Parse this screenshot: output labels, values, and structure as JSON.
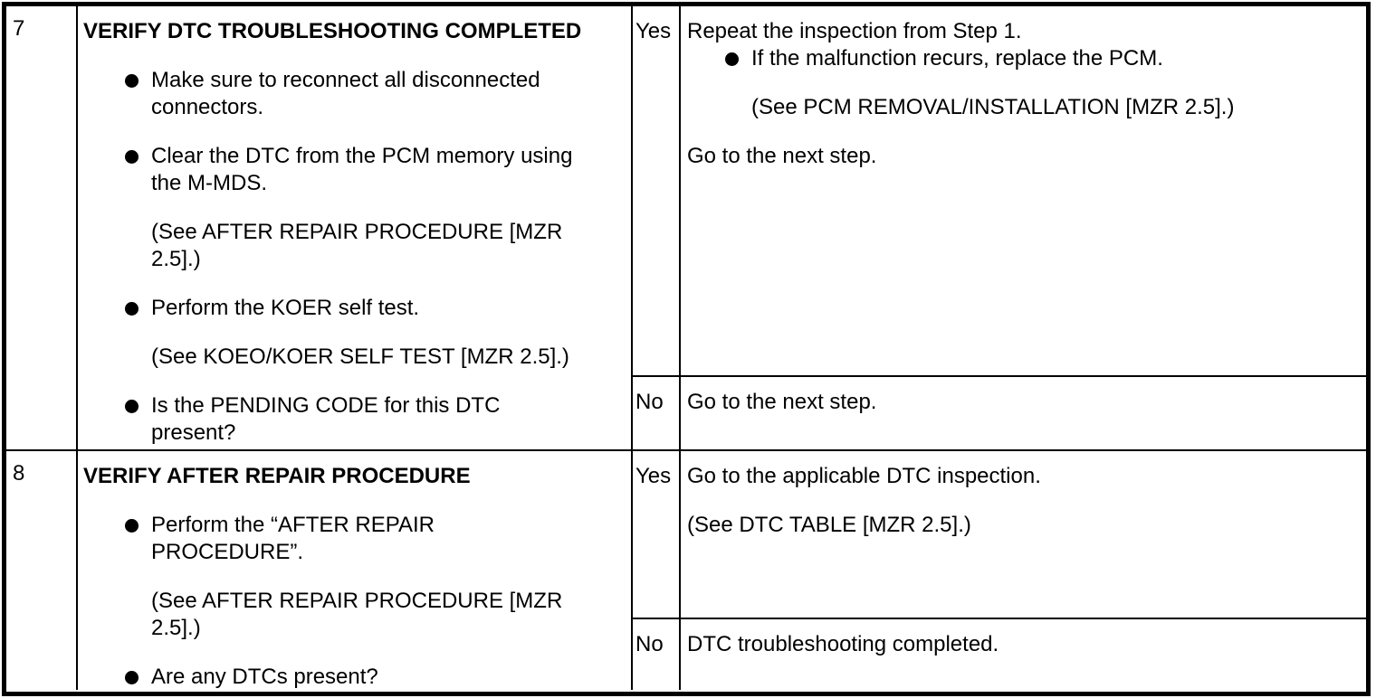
{
  "colors": {
    "ink": "#000000",
    "paper": "#ffffff"
  },
  "table": {
    "kind": "dtc-troubleshooting-inspection-table",
    "steps": [
      {
        "number": "7",
        "title": "VERIFY DTC TROUBLESHOOTING COMPLETED",
        "bullets": [
          {
            "paragraphs": [
              [
                "Make sure to reconnect all disconnected",
                "connectors."
              ]
            ]
          },
          {
            "paragraphs": [
              [
                "Clear the DTC from the PCM memory using",
                "the M-MDS."
              ],
              [
                "(See AFTER REPAIR PROCEDURE [MZR",
                "2.5].)"
              ]
            ]
          },
          {
            "paragraphs": [
              [
                "Perform the KOER self test."
              ],
              [
                "(See KOEO/KOER SELF TEST [MZR 2.5].)"
              ]
            ]
          },
          {
            "paragraphs": [
              [
                "Is the PENDING CODE for this DTC",
                "present?"
              ]
            ]
          }
        ],
        "branches": [
          {
            "label": "Yes",
            "intro": [
              "Repeat the inspection from Step 1."
            ],
            "bullet": {
              "paragraphs": [
                [
                  "If the malfunction recurs, replace the PCM."
                ],
                [
                  "(See PCM REMOVAL/INSTALLATION [MZR 2.5].)"
                ]
              ]
            },
            "outro": [
              "Go to the next step."
            ]
          },
          {
            "label": "No",
            "intro": [
              "Go to the next step."
            ]
          }
        ]
      },
      {
        "number": "8",
        "title": "VERIFY AFTER REPAIR PROCEDURE",
        "bullets": [
          {
            "paragraphs": [
              [
                "Perform the “AFTER REPAIR",
                "PROCEDURE”."
              ],
              [
                "(See AFTER REPAIR PROCEDURE [MZR",
                "2.5].)"
              ]
            ]
          },
          {
            "paragraphs": [
              [
                "Are any DTCs present?"
              ]
            ]
          }
        ],
        "branches": [
          {
            "label": "Yes",
            "intro": [
              "Go to the applicable DTC inspection."
            ],
            "reference": [
              "(See DTC TABLE [MZR 2.5].)"
            ]
          },
          {
            "label": "No",
            "intro": [
              "DTC troubleshooting completed."
            ]
          }
        ]
      }
    ]
  }
}
